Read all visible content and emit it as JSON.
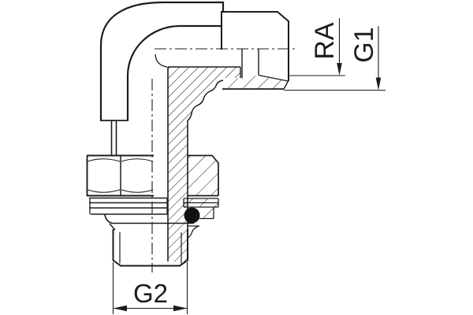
{
  "drawing": {
    "description": "Sectional technical drawing of a 90-degree elbow male adapter fitting with hex nut, washers and O-ring",
    "labels": {
      "ra": "RA",
      "g1": "G1",
      "g2": "G2"
    },
    "colors": {
      "line": "#1c1c1c",
      "background": "#ffffff",
      "oring": "#111111"
    }
  }
}
